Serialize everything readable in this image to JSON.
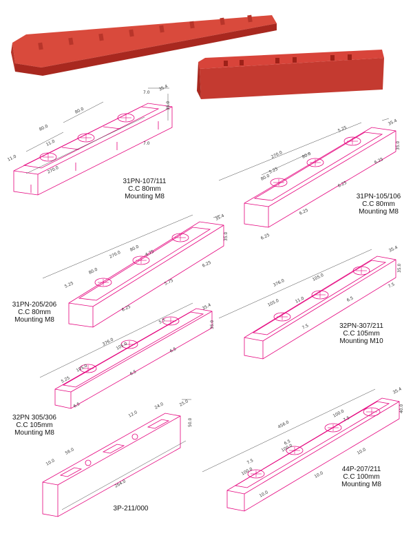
{
  "colors": {
    "product": "#d94a3c",
    "product_dark": "#a8281f",
    "outline": "#e4007c",
    "dimension_line": "#444444"
  },
  "products": [
    {
      "code": "31PN-107/111",
      "cc": "C.C 80mm",
      "mounting": "Mounting M8",
      "dims": {
        "length": "270.0",
        "pitch_a": "80.0",
        "pitch_b": "80.0",
        "slot": "11.0",
        "end": "11.0",
        "height": "35.0",
        "width": "35.4",
        "edge": "7.0",
        "edge2": "7.0"
      }
    },
    {
      "code": "31PN-105/106",
      "cc": "C.C 80mm",
      "mounting": "Mounting M8",
      "dims": {
        "length": "270.0",
        "pitch_a": "80.0",
        "pitch_b": "80.0",
        "slot_a": "5.25",
        "slot_b": "5.25",
        "height": "35.0",
        "width": "35.4",
        "step_a": "6.25",
        "step_b": "6.25",
        "step_c": "6.25",
        "step_d": "6.25"
      }
    },
    {
      "code": "31PN-205/206",
      "cc": "C.C 80mm",
      "mounting": "Mounting M8",
      "dims": {
        "length": "270.0",
        "pitch_a": "80.0",
        "pitch_b": "80.0",
        "slot_a": "5.25",
        "slot_b": "4.75",
        "height": "35.0",
        "width": "35.4",
        "step_a": "6.25",
        "step_b": "5.75",
        "step_c": "6.25"
      }
    },
    {
      "code": "32PN-307/211",
      "cc": "C.C 105mm",
      "mounting": "Mounting M10",
      "dims": {
        "length": "376.0",
        "pitch_a": "105.0",
        "pitch_b": "105.0",
        "slot": "11.0",
        "height": "35.0",
        "width": "35.4",
        "edge": "7.5",
        "edge2": "7.5",
        "step": "6.5"
      }
    },
    {
      "code": "32PN 305/306",
      "cc": "C.C 105mm",
      "mounting": "Mounting M8",
      "dims": {
        "length": "376.0",
        "pitch_a": "105.0",
        "pitch_b": "105.0",
        "slot_a": "5.25",
        "slot_b": "5.5",
        "height": "35.0",
        "width": "35.4",
        "step_a": "6.5",
        "step_b": "6.5",
        "step_c": "6.5"
      }
    },
    {
      "code": "3P-211/000",
      "cc": "",
      "mounting": "",
      "dims": {
        "length": "264.0",
        "pitch_a": "56.0",
        "pitch_b": "12.0",
        "slot": "10.0",
        "height": "50.0",
        "width": "25.0",
        "edge": "24.0"
      }
    },
    {
      "code": "44P-207/211",
      "cc": "C.C 100mm",
      "mounting": "Mounting M8",
      "dims": {
        "length": "456.0",
        "pitch_a": "100.0",
        "pitch_b": "100.0",
        "pitch_c": "100.0",
        "slot_a": "7.5",
        "slot_b": "6.5",
        "slot_c": "7.5",
        "height": "40.0",
        "width": "35.4",
        "step_a": "10.0",
        "step_b": "10.0",
        "step_c": "10.0"
      }
    }
  ]
}
